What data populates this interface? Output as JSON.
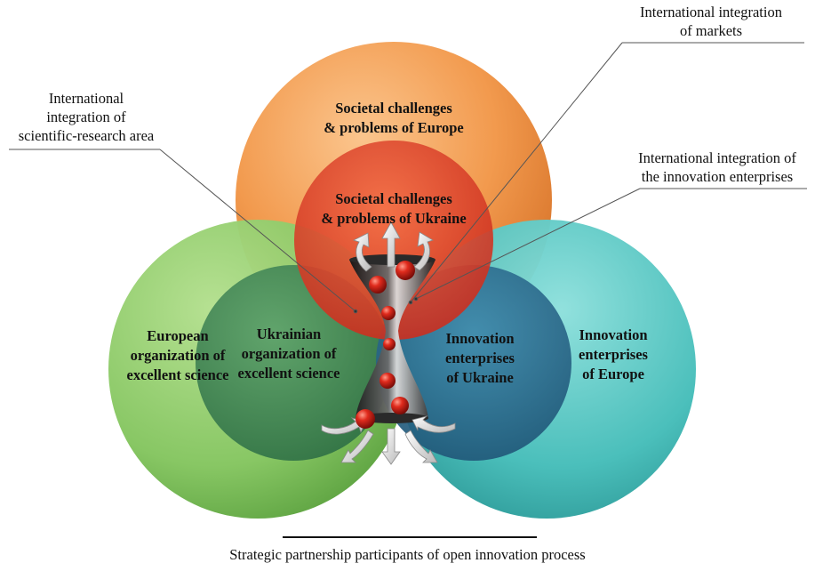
{
  "circles": {
    "europe_challenges": [
      "Societal challenges",
      "& problems of Europe"
    ],
    "ukraine_challenges": [
      "Societal challenges",
      "& problems of Ukraine"
    ],
    "european_science": [
      "European",
      "organization of",
      "excellent science"
    ],
    "ukrainian_science": [
      "Ukrainian",
      "organization of",
      "excellent science"
    ],
    "innovation_ukraine": [
      "Innovation",
      "enterprises",
      "of Ukraine"
    ],
    "innovation_europe": [
      "Innovation",
      "enterprises",
      "of Europe"
    ]
  },
  "callouts": {
    "science_area": [
      "International",
      "integration of",
      "scientific-research area"
    ],
    "markets": [
      "International integration",
      "of markets"
    ],
    "innovation_enterprises": [
      "International integration of",
      "the innovation enterprises"
    ]
  },
  "caption": "Strategic partnership participants of open innovation process",
  "colors": {
    "orange": "#f0a15a",
    "red": "#e8452a",
    "green": "#8fcf6a",
    "dark_green": "#3f8a55",
    "teal": "#4fc3c0",
    "blue": "#2f6f92"
  }
}
